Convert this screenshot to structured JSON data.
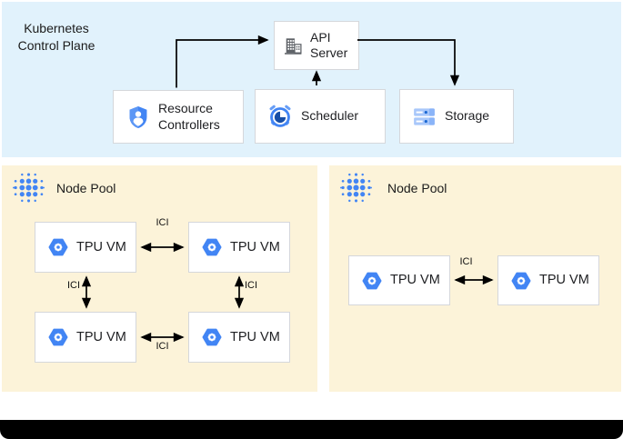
{
  "control_plane": {
    "title": "Kubernetes Control Plane",
    "api_server": {
      "label": "API Server",
      "icon": "building-icon"
    },
    "resource_controllers": {
      "label": "Resource Controllers",
      "icon": "shield-user-icon"
    },
    "scheduler": {
      "label": "Scheduler",
      "icon": "alarm-clock-icon"
    },
    "storage": {
      "label": "Storage",
      "icon": "stacked-disks-icon"
    }
  },
  "node_pools": [
    {
      "label": "Node Pool",
      "icon": "dot-grid-icon",
      "vms": [
        {
          "label": "TPU VM",
          "icon": "hexagon-gear-icon"
        },
        {
          "label": "TPU VM",
          "icon": "hexagon-gear-icon"
        },
        {
          "label": "TPU VM",
          "icon": "hexagon-gear-icon"
        },
        {
          "label": "TPU VM",
          "icon": "hexagon-gear-icon"
        }
      ],
      "links": [
        {
          "label": "ICI",
          "position": "top"
        },
        {
          "label": "ICI",
          "position": "left"
        },
        {
          "label": "ICI",
          "position": "right"
        },
        {
          "label": "ICI",
          "position": "bottom"
        }
      ]
    },
    {
      "label": "Node Pool",
      "icon": "dot-grid-icon",
      "vms": [
        {
          "label": "TPU VM",
          "icon": "hexagon-gear-icon"
        },
        {
          "label": "TPU VM",
          "icon": "hexagon-gear-icon"
        }
      ],
      "links": [
        {
          "label": "ICI",
          "position": "middle"
        }
      ]
    }
  ],
  "colors": {
    "control_plane_bg": "#E1F2FC",
    "node_pool_bg": "#FCF3D9",
    "card_border": "#D5D7DB",
    "google_blue": "#4285F4",
    "light_blue": "#A8C7FA",
    "dark_navy": "#174EA6",
    "icon_gray": "#5F6368",
    "arrow": "#000000",
    "text": "#202124"
  }
}
